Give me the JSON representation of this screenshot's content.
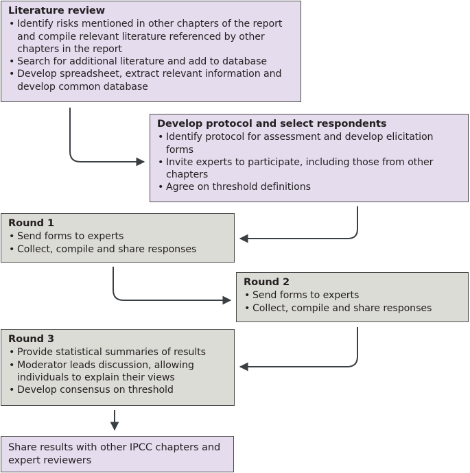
{
  "boxes": [
    {
      "title": "Literature review",
      "items": [
        "Identify risks mentioned in other chapters of the report and compile relevant literature referenced by other chapters in the report",
        "Search for additional literature and add to database",
        "Develop spreadsheet, extract relevant information and develop common database"
      ]
    },
    {
      "title": "Develop protocol and select respondents",
      "items": [
        "Identify protocol for assessment and develop elicitation forms",
        "Invite experts to participate, including those from other chapters",
        "Agree on threshold definitions"
      ]
    },
    {
      "title": "Round 1",
      "items": [
        "Send forms to experts",
        "Collect, compile and share responses"
      ]
    },
    {
      "title": "Round 2",
      "items": [
        "Send forms to experts",
        "Collect, compile and share responses"
      ]
    },
    {
      "title": "Round 3",
      "items": [
        "Provide statistical summaries of results",
        "Moderator leads discussion, allowing individuals to explain their views",
        "Develop consensus on threshold"
      ]
    },
    {
      "title": "",
      "text": "Share results with other IPCC chapters and expert reviewers"
    }
  ],
  "colors": {
    "purple_fill": "#e5dcee",
    "grey_fill": "#dcdcd6",
    "border": "#4a4a4a",
    "arrow": "#3a3f44"
  }
}
